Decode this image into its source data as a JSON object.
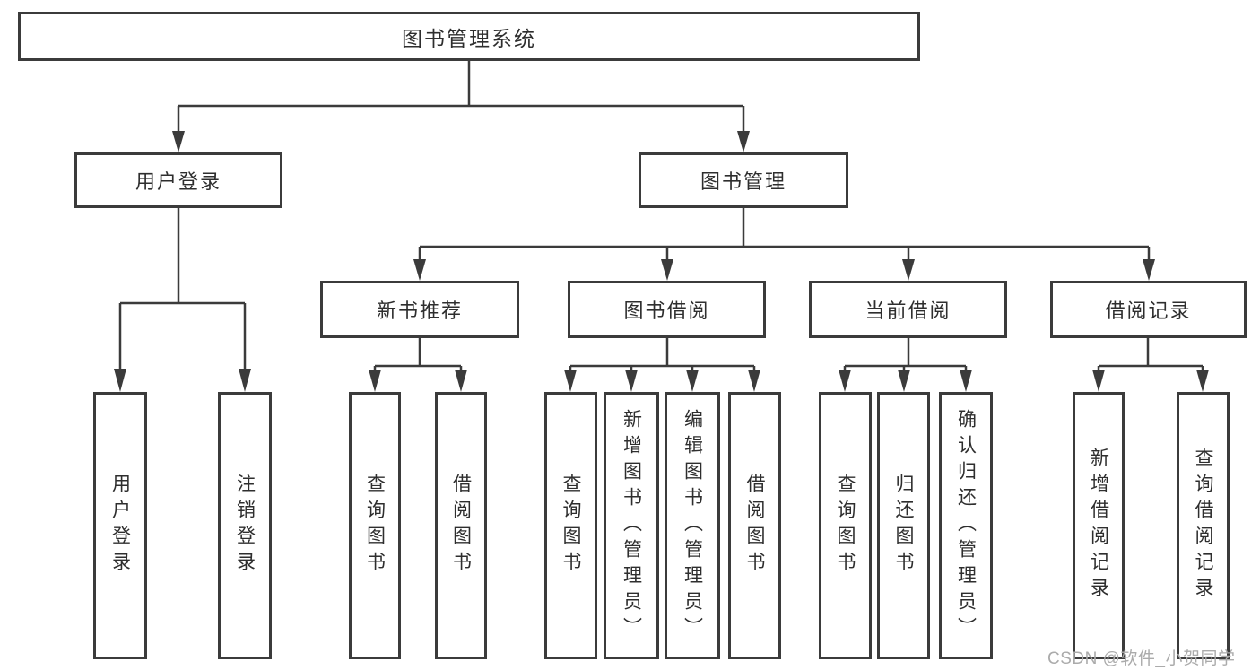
{
  "diagram": {
    "type": "tree",
    "tree": {
      "label": "图书管理系统",
      "children": [
        {
          "label": "用户登录",
          "children": [
            {
              "label": "用户登录"
            },
            {
              "label": "注销登录"
            }
          ]
        },
        {
          "label": "图书管理",
          "children": [
            {
              "label": "新书推荐",
              "children": [
                {
                  "label": "查询图书"
                },
                {
                  "label": "借阅图书"
                }
              ]
            },
            {
              "label": "图书借阅",
              "children": [
                {
                  "label": "查询图书"
                },
                {
                  "label": "新增图书（管理员）"
                },
                {
                  "label": "编辑图书（管理员）"
                },
                {
                  "label": "借阅图书"
                }
              ]
            },
            {
              "label": "当前借阅",
              "children": [
                {
                  "label": "查询图书"
                },
                {
                  "label": "归还图书"
                },
                {
                  "label": "确认归还（管理员）"
                }
              ]
            },
            {
              "label": "借阅记录",
              "children": [
                {
                  "label": "新增借阅记录"
                },
                {
                  "label": "查询借阅记录"
                }
              ]
            }
          ]
        }
      ]
    },
    "colors": {
      "box_border": "#3b3b3b",
      "box_fill": "#ffffff",
      "line": "#3b3b3b",
      "text": "#2e2e2e",
      "watermark": "#ababab"
    }
  },
  "watermark": {
    "text": "CSDN @软件_小贺同学"
  }
}
